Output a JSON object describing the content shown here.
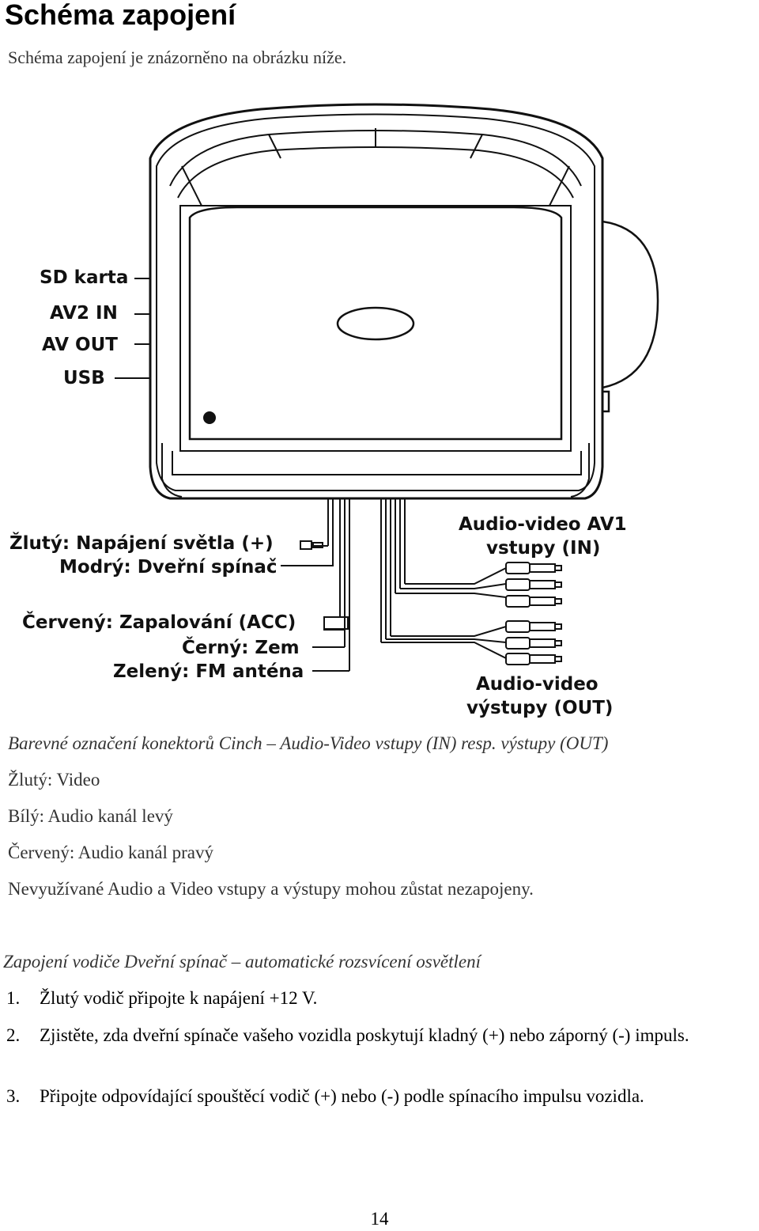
{
  "heading": "Schéma zapojení",
  "intro": "Schéma zapojení je znázorněno na obrázku níže.",
  "diagram": {
    "left_labels": [
      "SD karta",
      "AV2 IN",
      "AV OUT",
      "USB"
    ],
    "wire_labels": {
      "yellow": "Žlutý: Napájení světla (+)",
      "blue": "Modrý: Dveřní spínač",
      "red": "Červený: Zapalování (ACC)",
      "black": "Černý: Zem",
      "green": "Zelený: FM anténa"
    },
    "av_in": {
      "line1": "Audio-video AV1",
      "line2": "vstupy (IN)"
    },
    "av_out": {
      "line1": "Audio-video",
      "line2": "výstupy (OUT)"
    }
  },
  "colors": {
    "italic_heading": "Barevné označení konektorů Cinch – Audio-Video vstupy (IN) resp. výstupy (OUT)",
    "yellow": "Žlutý: Video",
    "white": "Bílý: Audio kanál levý",
    "red": "Červený: Audio kanál pravý",
    "note": "Nevyužívané Audio a Video vstupy a výstupy mohou zůstat nezapojeny."
  },
  "door": {
    "italic_heading": "Zapojení vodiče Dveřní spínač – automatické rozsvícení osvětlení",
    "steps": [
      {
        "num": "1.",
        "text": "Žlutý vodič připojte k napájení +12 V."
      },
      {
        "num": "2.",
        "text": "Zjistěte, zda dveřní spínače vašeho vozidla poskytují kladný (+) nebo záporný (-) impuls."
      },
      {
        "num": "3.",
        "text": "Připojte odpovídající spouštěcí vodič (+) nebo (-) podle spínacího impulsu vozidla."
      }
    ]
  },
  "page_number": "14"
}
